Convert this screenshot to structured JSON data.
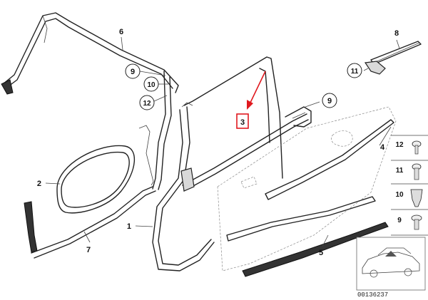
{
  "callouts": {
    "c1": "1",
    "c2": "2",
    "c3": "3",
    "c4": "4",
    "c5": "5",
    "c6": "6",
    "c7": "7",
    "c8": "8",
    "c9a": "9",
    "c9b": "9",
    "c10": "10",
    "c11": "11",
    "c12": "12"
  },
  "legend": {
    "items": [
      "12",
      "11",
      "10",
      "9"
    ]
  },
  "diagram_number": "00136237",
  "colors": {
    "highlight": "#e0191f",
    "line": "#222222"
  }
}
